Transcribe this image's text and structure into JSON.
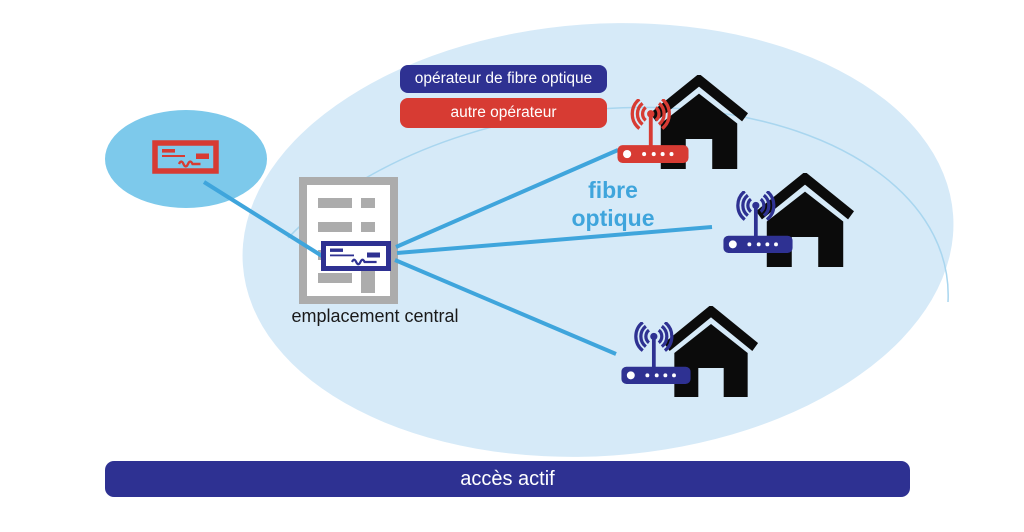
{
  "legend": {
    "items": [
      {
        "id": "fibre-operator",
        "label": "opérateur de fibre optique",
        "color": "#2E3192"
      },
      {
        "id": "other-operator",
        "label": "autre opérateur",
        "color": "#D73B33"
      }
    ]
  },
  "labels": {
    "central_office": "emplacement central",
    "fibre_label_line1": "fibre",
    "fibre_label_line2": "optique"
  },
  "footer": {
    "label": "accès actif",
    "color": "#2E3192"
  },
  "colors": {
    "fibre_operator": "#2E3192",
    "other_operator": "#D73B33",
    "link_blue": "#3FA5DC",
    "region_fill": "#D6EAF8",
    "region_outline": "#A9D6EF",
    "subregion_fill": "#7DC9EB",
    "cabinet_gray": "#ACACAC",
    "house_black": "#0B0B0B",
    "label_text": "#1A1A1A",
    "legend_text": "#FFFFFF"
  },
  "icons": {
    "central_cabinet": "cabinet-icon",
    "operator_device": "network-device-icon",
    "house": "house-icon",
    "wifi_router": "wifi-router-icon"
  }
}
